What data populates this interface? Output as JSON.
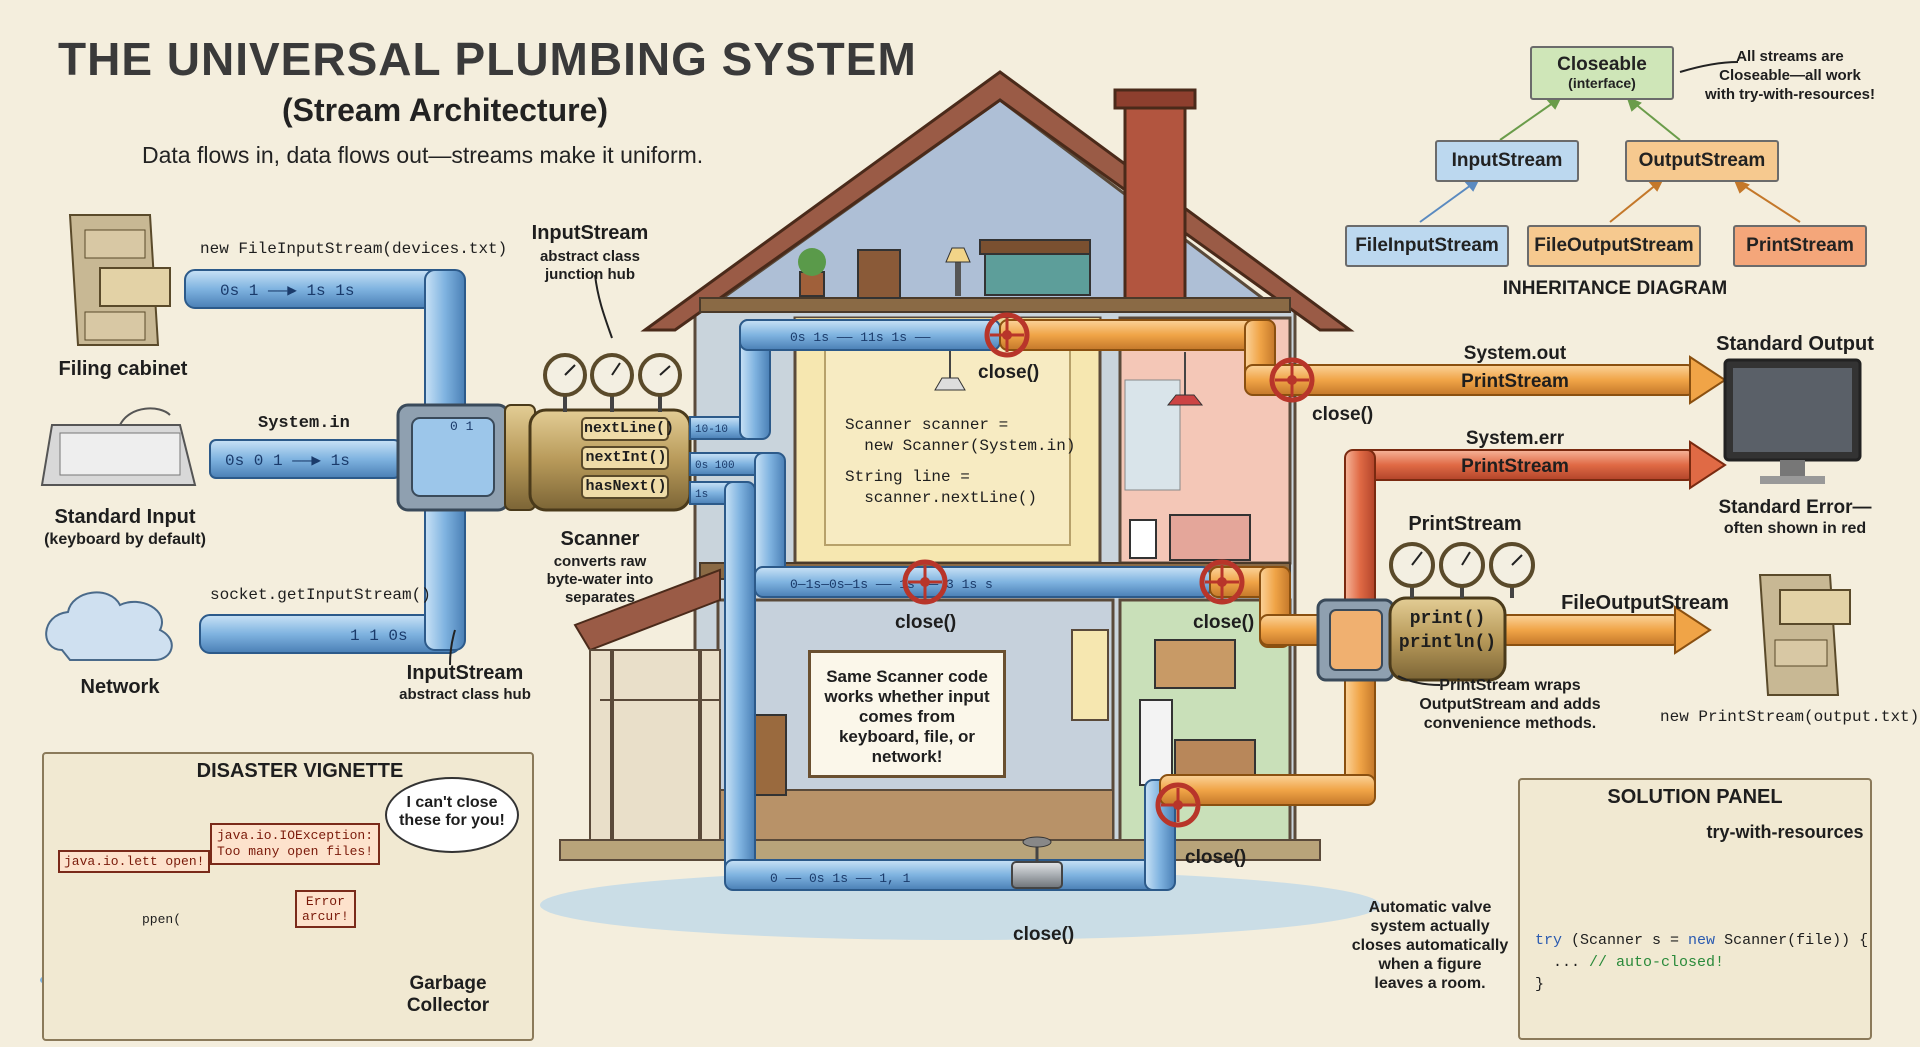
{
  "header": {
    "title": "THE UNIVERSAL PLUMBING SYSTEM",
    "subtitle": "(Stream Architecture)",
    "tagline": "Data flows in, data flows out—streams make it uniform."
  },
  "sources": {
    "filing_cabinet": "Filing cabinet",
    "file_code": "new FileInputStream(devices.txt)",
    "stdin_label": "Standard Input",
    "stdin_sub": "(keyboard by default)",
    "system_in": "System.in",
    "network": "Network",
    "socket_code": "socket.getInputStream()"
  },
  "input_hub": {
    "top_title": "InputStream",
    "top_sub1": "abstract class",
    "top_sub2": "junction hub",
    "bottom_title": "InputStream",
    "bottom_sub": "abstract class hub"
  },
  "scanner": {
    "methods": [
      "nextLine()",
      "nextInt()",
      "hasNext()"
    ],
    "title": "Scanner",
    "desc1": "converts raw",
    "desc2": "byte-water into",
    "desc3": "separates"
  },
  "code_note": {
    "line1": "Scanner scanner =",
    "line2": "  new Scanner(System.in)",
    "line3": "String line =",
    "line4": "  scanner.nextLine()"
  },
  "board": {
    "text": "Same Scanner code works whether input comes from keyboard, file, or network!"
  },
  "valves": {
    "close1": "close()",
    "close2": "close()",
    "close3": "close()",
    "close4": "close()",
    "close5": "close()",
    "close6": "close()"
  },
  "outputs": {
    "system_out": "System.out",
    "printstream_out": "PrintStream",
    "system_err": "System.err",
    "printstream_err": "PrintStream",
    "stdout_label": "Standard Output",
    "stderr_label1": "Standard Error—",
    "stderr_label2": "often shown in red",
    "printstream_title": "PrintStream",
    "print_methods": [
      "print()",
      "println()"
    ],
    "fos_label": "FileOutputStream",
    "wrap_note1": "PrintStream wraps",
    "wrap_note2": "OutputStream and adds",
    "wrap_note3": "convenience methods.",
    "fos_code": "new PrintStream(output.txt)"
  },
  "inheritance": {
    "closeable": "Closeable",
    "closeable_sub": "(interface)",
    "note1": "All streams are",
    "note2": "Closeable—all work",
    "note3": "with try-with-resources!",
    "input_stream": "InputStream",
    "output_stream": "OutputStream",
    "file_input_stream": "FileInputStream",
    "file_output_stream": "FileOutputStream",
    "print_stream": "PrintStream",
    "caption": "INHERITANCE DIAGRAM"
  },
  "disaster": {
    "title": "DISASTER VIGNETTE",
    "speech1": "I can't close",
    "speech2": "these for you!",
    "err1": "java.io.IOException:",
    "err2": "Too many open files!",
    "err3": "java.io.lett open!",
    "err4": "Error",
    "err5": "arcur!",
    "open_label": "ppen(",
    "gc": "Garbage Collector"
  },
  "auto_note": {
    "l1": "Automatic valve",
    "l2": "system actually",
    "l3": "closes automatically",
    "l4": "when a figure",
    "l5": "leaves a room."
  },
  "solution": {
    "title": "SOLUTION PANEL",
    "twr": "try-with-resources",
    "kw_try": "try",
    "code1a": " (Scanner s = ",
    "kw_new": "new",
    "code1b": " Scanner(file)) {",
    "code2a": "  ... ",
    "code2b": "// auto-closed!",
    "code3": "}"
  },
  "colors": {
    "pipe_blue": "#7fb3e0",
    "pipe_orange": "#f0a447",
    "pipe_red": "#e06a45",
    "valve_red": "#b8352a",
    "brass": "#b89a5a",
    "closeable_box": "#cfe6b8",
    "input_box": "#bcd8ef",
    "output_box": "#f6c98f",
    "printstream_box": "#f4a67a"
  }
}
